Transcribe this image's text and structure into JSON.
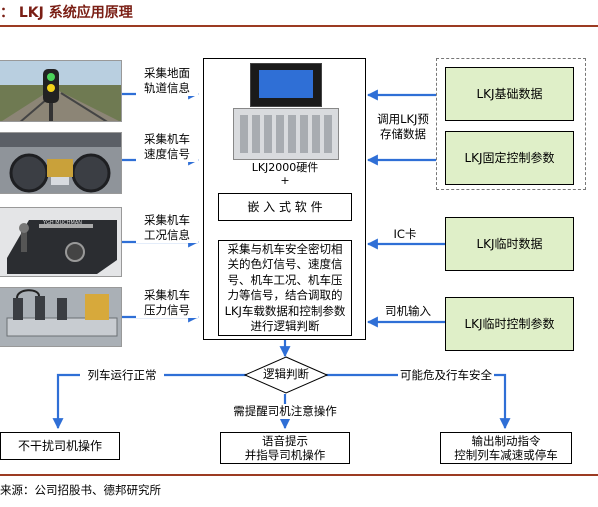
{
  "header": {
    "title_prefix": "：",
    "title": "LKJ 系统应用原理"
  },
  "inputs": [
    {
      "label": "采集地面\n轨道信息"
    },
    {
      "label": "采集机车\n速度信号"
    },
    {
      "label": "采集机车\n工况信息"
    },
    {
      "label": "采集机车\n压力信号"
    }
  ],
  "center": {
    "hardware_label": "LKJ2000硬件\n+",
    "software_label": "嵌 入 式 软 件",
    "process_text": "采集与机车安全密切相关的色灯信号、速度信号、机车工况、机车压力等信号，结合调取的LKJ车载数据和控制参数进行逻辑判断"
  },
  "right_panel": {
    "storage_label": "调用LKJ预\n存储数据",
    "basic_data": "LKJ基础数据",
    "fixed_params": "LKJ固定控制参数",
    "ic_label": "IC卡",
    "temp_data": "LKJ临时数据",
    "driver_input_label": "司机输入",
    "temp_params": "LKJ临时控制参数"
  },
  "decision": {
    "diamond_label": "逻辑判断",
    "left_branch": "列车运行正常",
    "right_branch": "可能危及行车安全",
    "down_branch": "需提醒司机注意操作"
  },
  "outputs": {
    "left": "不干扰司机操作",
    "center": "语音提示\n并指导司机操作",
    "right": "输出制动指令\n控制列车减速或停车"
  },
  "photo_text": {
    "control_panel_brand": "YGH MUCHMAN"
  },
  "footer": {
    "source": "来源：公司招股书、德邦研究所"
  },
  "colors": {
    "arrow": "#2f6fd6",
    "green_box": "#dfefc8",
    "title": "#7a1e14",
    "rule": "#9c3b22"
  }
}
